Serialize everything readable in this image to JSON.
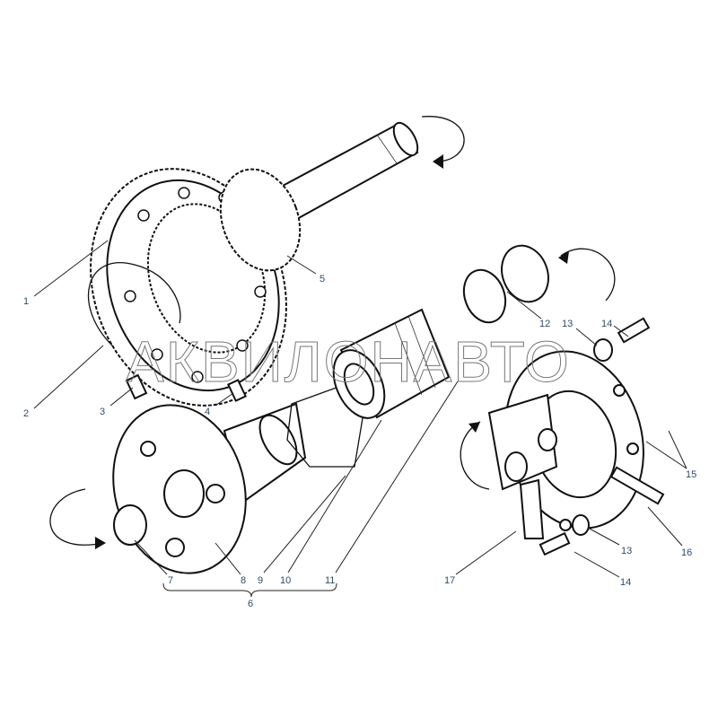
{
  "watermark": "АКВИЛОНАВТО",
  "label_color": "#2f4a68",
  "callouts": [
    {
      "id": "c1",
      "text": "1"
    },
    {
      "id": "c2",
      "text": "2"
    },
    {
      "id": "c3",
      "text": "3"
    },
    {
      "id": "c4",
      "text": "4"
    },
    {
      "id": "c5",
      "text": "5"
    },
    {
      "id": "c6",
      "text": "6"
    },
    {
      "id": "c7",
      "text": "7"
    },
    {
      "id": "c8",
      "text": "8"
    },
    {
      "id": "c9",
      "text": "9"
    },
    {
      "id": "c10",
      "text": "10"
    },
    {
      "id": "c11",
      "text": "11"
    },
    {
      "id": "c12",
      "text": "12"
    },
    {
      "id": "c13a",
      "text": "13"
    },
    {
      "id": "c14a",
      "text": "14"
    },
    {
      "id": "c15",
      "text": "15"
    },
    {
      "id": "c16",
      "text": "16"
    },
    {
      "id": "c17",
      "text": "17"
    },
    {
      "id": "c13b",
      "text": "13"
    },
    {
      "id": "c14b",
      "text": "14"
    }
  ]
}
